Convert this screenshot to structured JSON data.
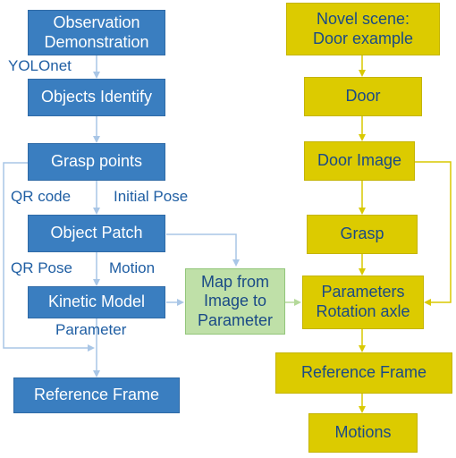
{
  "left": {
    "observation": "Observation\nDemonstration",
    "objects_identify": "Objects Identify",
    "grasp_points": "Grasp points",
    "object_patch": "Object Patch",
    "kinetic_model": "Kinetic Model",
    "reference_frame": "Reference Frame"
  },
  "edge_labels": {
    "yolonet": "YOLOnet",
    "qr_code": "QR code",
    "initial_pose": "Initial Pose",
    "qr_pose": "QR Pose",
    "motion": "Motion",
    "parameter": "Parameter"
  },
  "middle": {
    "map": "Map from\nImage to\nParameter"
  },
  "right": {
    "novel_scene": "Novel scene:\nDoor example",
    "door": "Door",
    "door_image": "Door Image",
    "grasp": "Grasp",
    "parameters": "Parameters\nRotation axle",
    "reference_frame": "Reference Frame",
    "motions": "Motions"
  },
  "colors": {
    "blue_box": "#3a7ec0",
    "yellow_box": "#dccb00",
    "green_box": "#bfe0a8",
    "blue_arrow": "#a9c6e6",
    "yellow_arrow": "#d9c900",
    "green_arrow": "#b4d99a",
    "label_text": "#1f5ea3"
  }
}
